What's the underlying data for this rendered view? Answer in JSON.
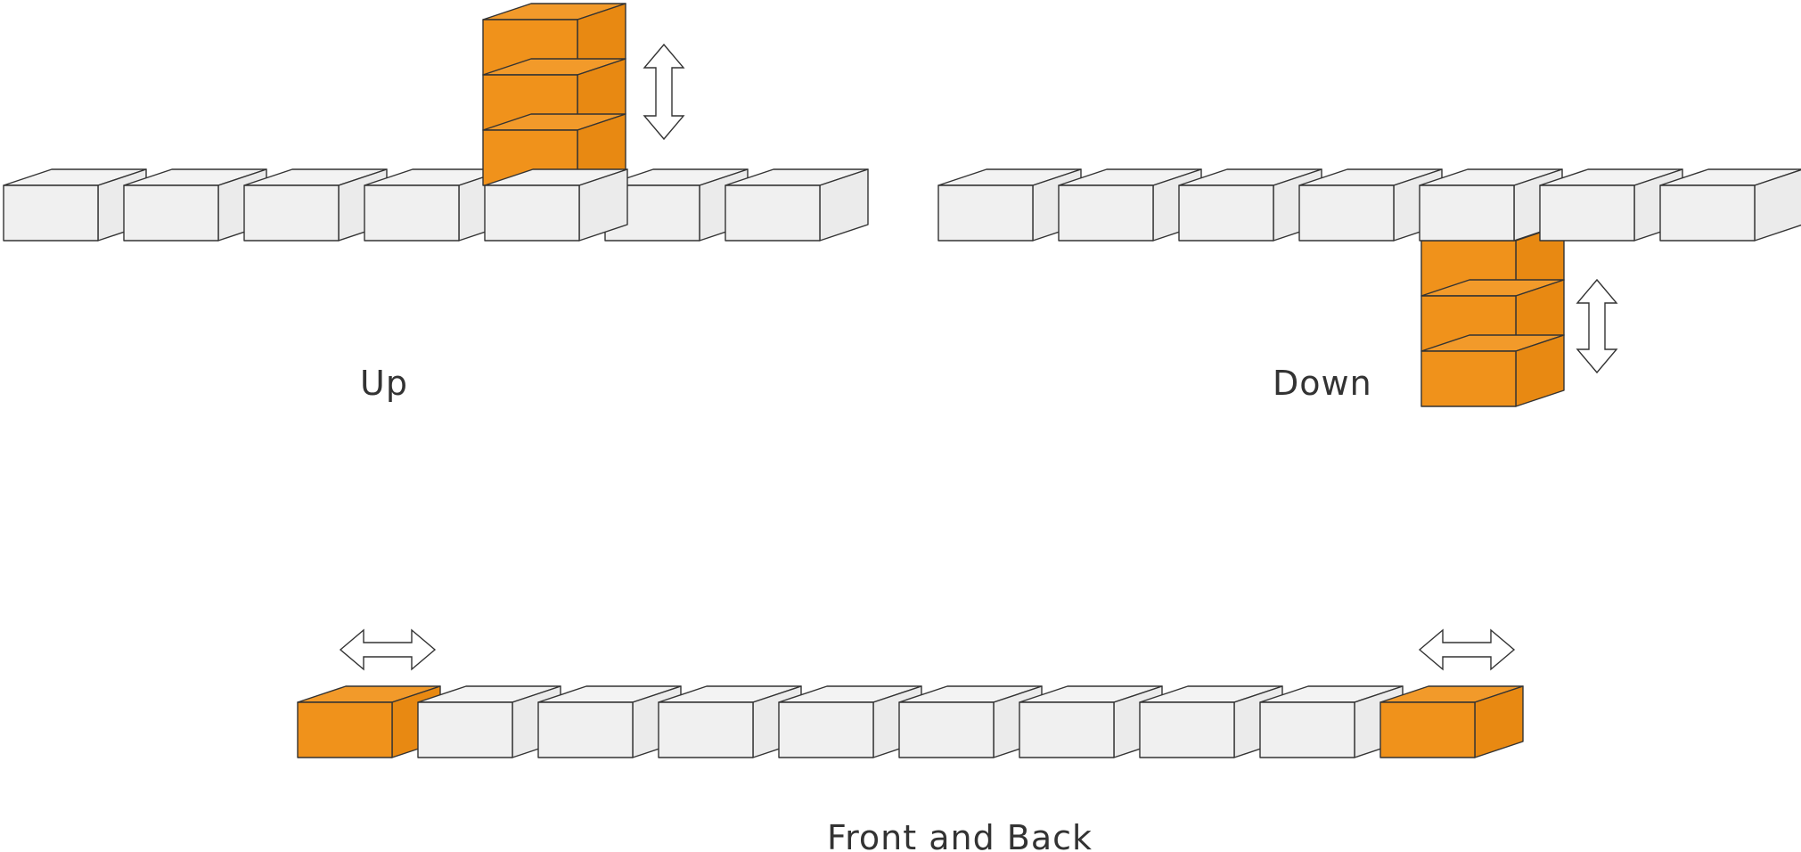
{
  "labels": {
    "up": "Up",
    "down": "Down",
    "front_back": "Front and Back"
  },
  "colors": {
    "block_front": "#f0f0f0",
    "block_top": "#f3f3f3",
    "block_side": "#ebebeb",
    "accent_front": "#f0921b",
    "accent_top": "#f29a2a",
    "accent_side": "#e88912",
    "outline": "#333333"
  },
  "panels": [
    {
      "name": "up",
      "row_blocks": 7,
      "highlight": "stack-up",
      "stack_count": 3
    },
    {
      "name": "down",
      "row_blocks": 7,
      "highlight": "stack-down",
      "stack_count": 3
    },
    {
      "name": "front-back",
      "row_blocks": 10,
      "highlight": "ends"
    }
  ]
}
